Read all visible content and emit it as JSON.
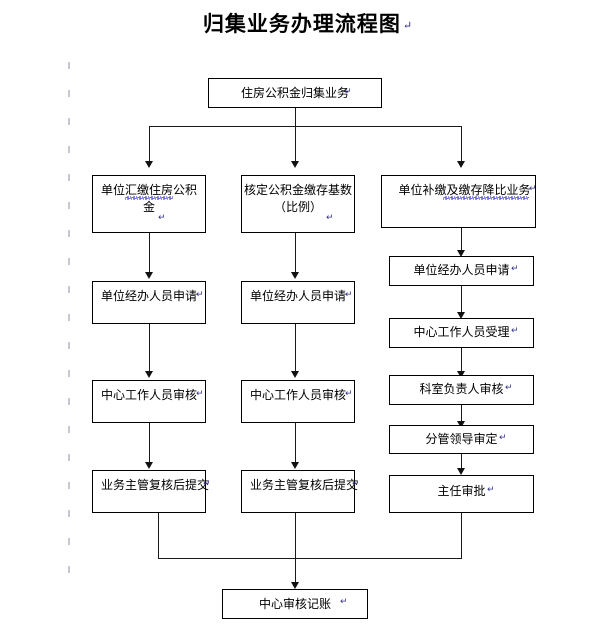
{
  "document": {
    "title": "归集业务办理流程图",
    "paragraph_mark": "↵"
  },
  "flowchart": {
    "type": "flowchart",
    "orientation": "top-down",
    "start_node": {
      "id": "start",
      "label": "住房公积金归集业务",
      "paragraph_mark": "↵"
    },
    "columns": [
      {
        "id": "col-left",
        "nodes": [
          {
            "id": "l1",
            "label": "单位汇缴住房公积\n金",
            "paragraph_mark": "↵",
            "spellcheck_underline": true
          },
          {
            "id": "l2",
            "label": "单位经办人员申请",
            "paragraph_mark": "↵",
            "spellcheck_underline": false
          },
          {
            "id": "l3",
            "label": "中心工作人员审核",
            "paragraph_mark": "↵",
            "spellcheck_underline": false
          },
          {
            "id": "l4",
            "label": "业务主管复核后提交",
            "paragraph_mark": "↵",
            "spellcheck_underline": false
          }
        ]
      },
      {
        "id": "col-middle",
        "nodes": [
          {
            "id": "m1",
            "label": "核定公积金缴存基数\n（比例）",
            "paragraph_mark": "↵",
            "spellcheck_underline": false
          },
          {
            "id": "m2",
            "label": "单位经办人员申请",
            "paragraph_mark": "↵",
            "spellcheck_underline": false
          },
          {
            "id": "m3",
            "label": "中心工作人员审核",
            "paragraph_mark": "↵",
            "spellcheck_underline": false
          },
          {
            "id": "m4",
            "label": "业务主管复核后提交",
            "paragraph_mark": "↵",
            "spellcheck_underline": false
          }
        ]
      },
      {
        "id": "col-right",
        "nodes": [
          {
            "id": "r1",
            "label": "单位补缴及缴存降比业务",
            "paragraph_mark": "↵",
            "spellcheck_underline": true
          },
          {
            "id": "r2",
            "label": "单位经办人员申请",
            "paragraph_mark": "↵",
            "spellcheck_underline": false
          },
          {
            "id": "r3",
            "label": "中心工作人员受理",
            "paragraph_mark": "↵",
            "spellcheck_underline": false
          },
          {
            "id": "r4",
            "label": "科室负责人审核",
            "paragraph_mark": "↵",
            "spellcheck_underline": false
          },
          {
            "id": "r5",
            "label": "分管领导审定",
            "paragraph_mark": "↵",
            "spellcheck_underline": false
          },
          {
            "id": "r6",
            "label": "主任审批",
            "paragraph_mark": "↵",
            "spellcheck_underline": false
          }
        ]
      }
    ],
    "end_node": {
      "id": "end",
      "label": "中心审核记账",
      "paragraph_mark": "↵"
    }
  },
  "colors": {
    "line": "#1a1a1a",
    "box_border": "#000000",
    "page_background": "#ffffff",
    "text": "#000000",
    "spellcheck_underline": "#2b2bb5",
    "paragraph_mark": "#33338f",
    "ruler_mark": "#b9b0c2"
  }
}
